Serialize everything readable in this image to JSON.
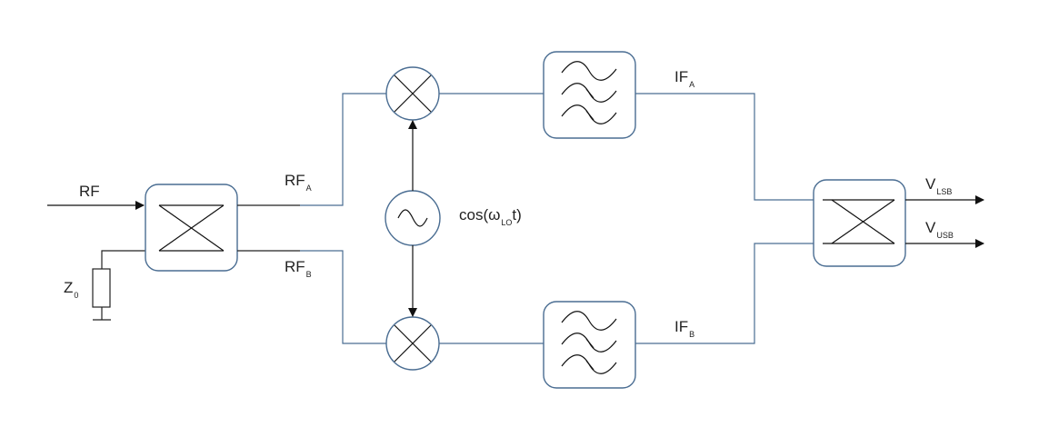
{
  "labels": {
    "rf_input": "RF",
    "rf_a_main": "RF",
    "rf_a_sub": "A",
    "rf_b_main": "RF",
    "rf_b_sub": "B",
    "lo_prefix": "cos(ω",
    "lo_sub": "LO",
    "lo_suffix": "t)",
    "if_a_main": "IF",
    "if_a_sub": "A",
    "if_b_main": "IF",
    "if_b_sub": "B",
    "z0_main": "Z",
    "z0_sub": "0",
    "v_lsb_main": "V",
    "v_lsb_sub": "LSB",
    "v_usb_main": "V",
    "v_usb_sub": "USB"
  },
  "colors": {
    "wire": "#4a6d92",
    "glyph": "#111111",
    "background": "#ffffff"
  }
}
